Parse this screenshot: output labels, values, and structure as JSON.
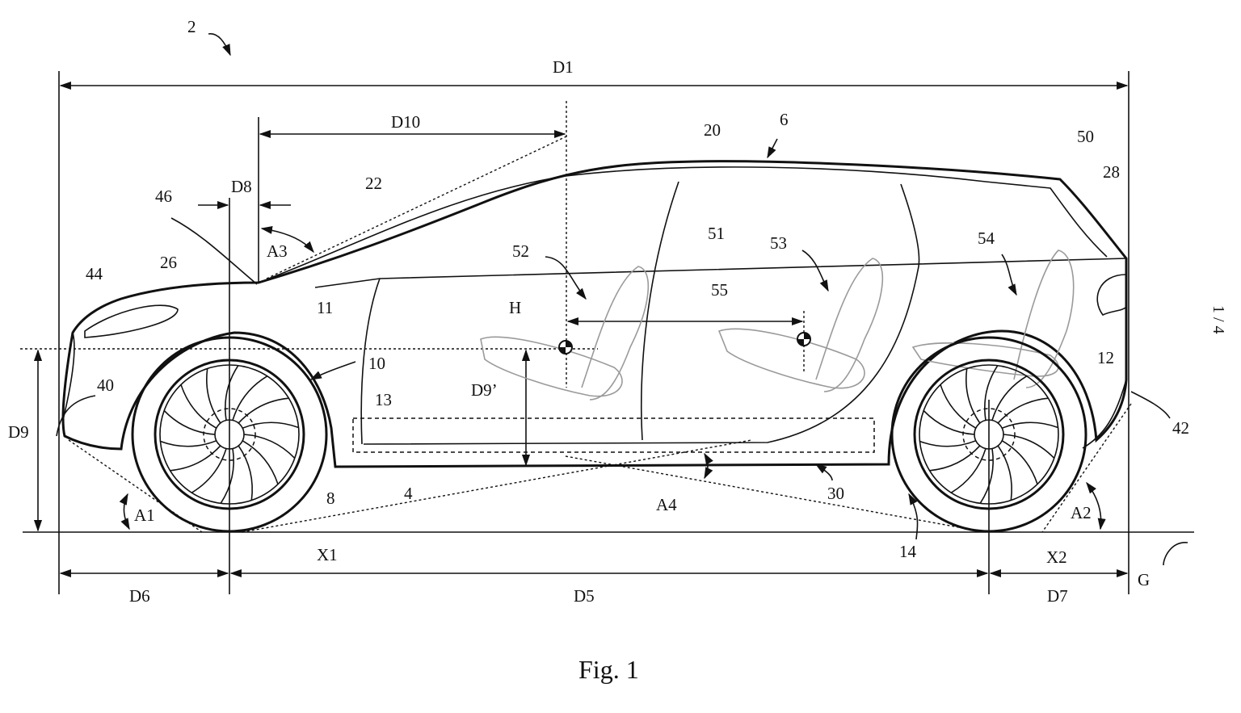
{
  "figure": {
    "caption": "Fig. 1",
    "sheet_number": "1 / 4",
    "subject": "Vehicle side elevation (patent drawing)"
  },
  "reference_numerals": {
    "vehicle": "2",
    "floor": "4",
    "body": "6",
    "front_wheel": "8",
    "front_wheel_arch": "10",
    "front_arch_edge": "11",
    "rear_wheel": "12",
    "front_wheel_rim": "13",
    "rear_wheel_tyre": "14",
    "roof": "20",
    "windscreen": "22",
    "bonnet": "26",
    "tailgate": "28",
    "underbody": "30",
    "front_bumper": "40",
    "rear_bumper": "42",
    "headlamp": "44",
    "windscreen_base": "46",
    "roof_rear_edge": "50",
    "beltline": "51",
    "seat_row_1": "52",
    "seat_row_2": "53",
    "seat_row_3": "54",
    "seat_spacing": "55",
    "hip_point": "H",
    "front_axle": "X1",
    "rear_axle": "X2",
    "ground": "G"
  },
  "dimensions": {
    "overall_length": "D1",
    "wheelbase": "D5",
    "front_overhang": "D6",
    "rear_overhang": "D7",
    "windscreen_offset": "D8",
    "ground_to_reference_height": "D9",
    "hip_point_height": "D9’",
    "hip_point_to_windscreen": "D10"
  },
  "angles": {
    "approach_angle": "A1",
    "departure_angle": "A2",
    "windscreen_angle": "A3",
    "breakover_angle": "A4"
  }
}
